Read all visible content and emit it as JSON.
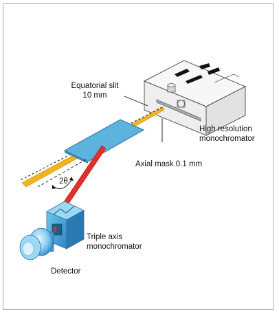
{
  "labels": {
    "equatorial_slit": "Equatorial slit",
    "slit_width": "10 mm",
    "monochromator_line1": "High resolution",
    "monochromator_line2": "monochromator",
    "axial_mask": "Axial mask 0.1 mm",
    "two_theta": "2θ",
    "triple_axis_line1": "Triple axis",
    "triple_axis_line2": "monochromator",
    "detector": "Detector"
  },
  "caption": "",
  "colors": {
    "incident_beam": "#f2b41e",
    "diffracted_beam": "#e0302a",
    "sample": "#5cb3de",
    "housing": "#f1f1f1",
    "detector": "#7ec8ee"
  }
}
